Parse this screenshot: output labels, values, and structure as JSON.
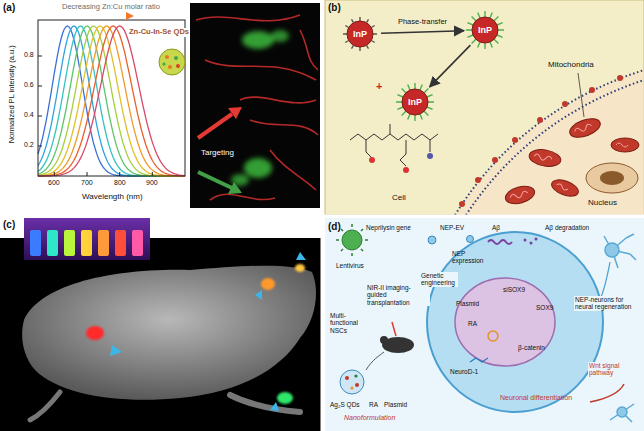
{
  "diagram": {
    "nodes": [
      {
        "text": [
          "InP"
        ]
      },
      {
        "text": [
          "InP"
        ]
      },
      {
        "text": [
          "InP"
        ]
      }
    ],
    "edges": [
      {
        "from": 0,
        "to": 1,
        "arrow": "to",
        "label": "Phase-transfer"
      },
      {
        "from": 1,
        "to": 2,
        "arrow": "to"
      }
    ],
    "labels": [
      "(a)",
      "Normalized PL intensity (a.u.)",
      "0.8",
      "0.6",
      "0.4",
      "0.2",
      "600",
      "700",
      "800",
      "900",
      "Wavelength (nm)",
      "Decreasing Zn:Cu molar ratio",
      "Zn-Cu-In-Se QDs",
      "Targeting",
      "(b)",
      "+",
      "Mitochondria",
      "Cell",
      "Nucleus",
      "(c)",
      "(d)",
      "Neprilysin gene",
      "Lentivirus",
      "NIR-II imaging-guided transplantation",
      "Multi-functional NSCs",
      "Ag₂S QDs",
      "RA",
      "Plasmid",
      "Nanoformulation",
      "NEP-EV",
      "Aβ",
      "Aβ degradation",
      "NEP expression",
      "Genetic engineering",
      "Plasmid",
      "RA",
      "siSOX9",
      "SOX9",
      "β-catenin",
      "NeuroD-1",
      "NEP-neurons for neural regeneration",
      "Wnt signal pathway",
      "Neuronal differentiation"
    ]
  }
}
